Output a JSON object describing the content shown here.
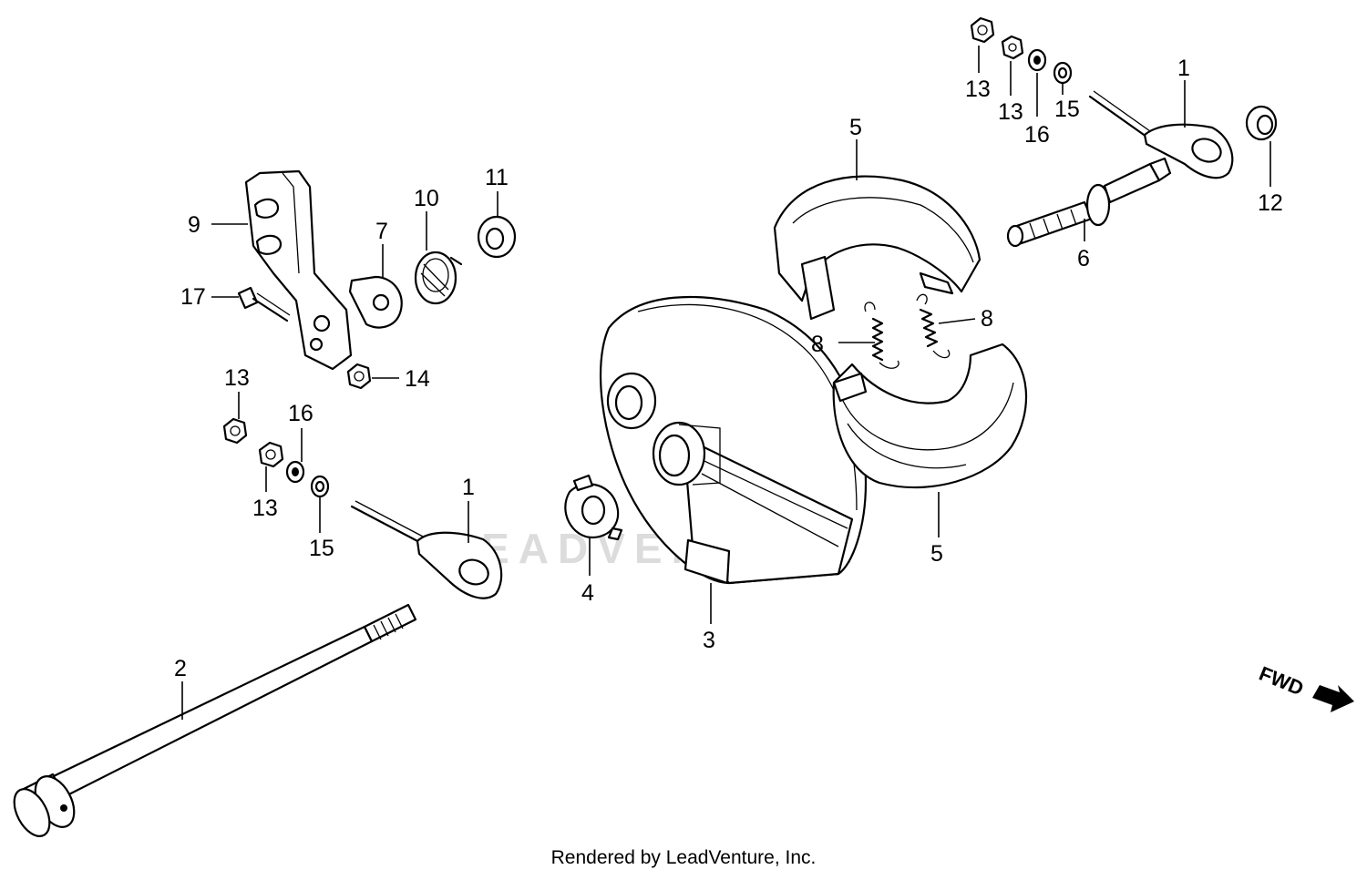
{
  "diagram": {
    "watermark": "LEADVENTURE",
    "fwd_label": "FWD",
    "footer": "Rendered by LeadVenture, Inc.",
    "callouts": {
      "c1a": "1",
      "c1b": "1",
      "c2": "2",
      "c3": "3",
      "c4": "4",
      "c5a": "5",
      "c5b": "5",
      "c6": "6",
      "c7": "7",
      "c8a": "8",
      "c8b": "8",
      "c9": "9",
      "c10": "10",
      "c11": "11",
      "c12": "12",
      "c13a": "13",
      "c13b": "13",
      "c13c": "13",
      "c13d": "13",
      "c14": "14",
      "c15a": "15",
      "c15b": "15",
      "c16a": "16",
      "c16b": "16",
      "c17": "17"
    }
  }
}
